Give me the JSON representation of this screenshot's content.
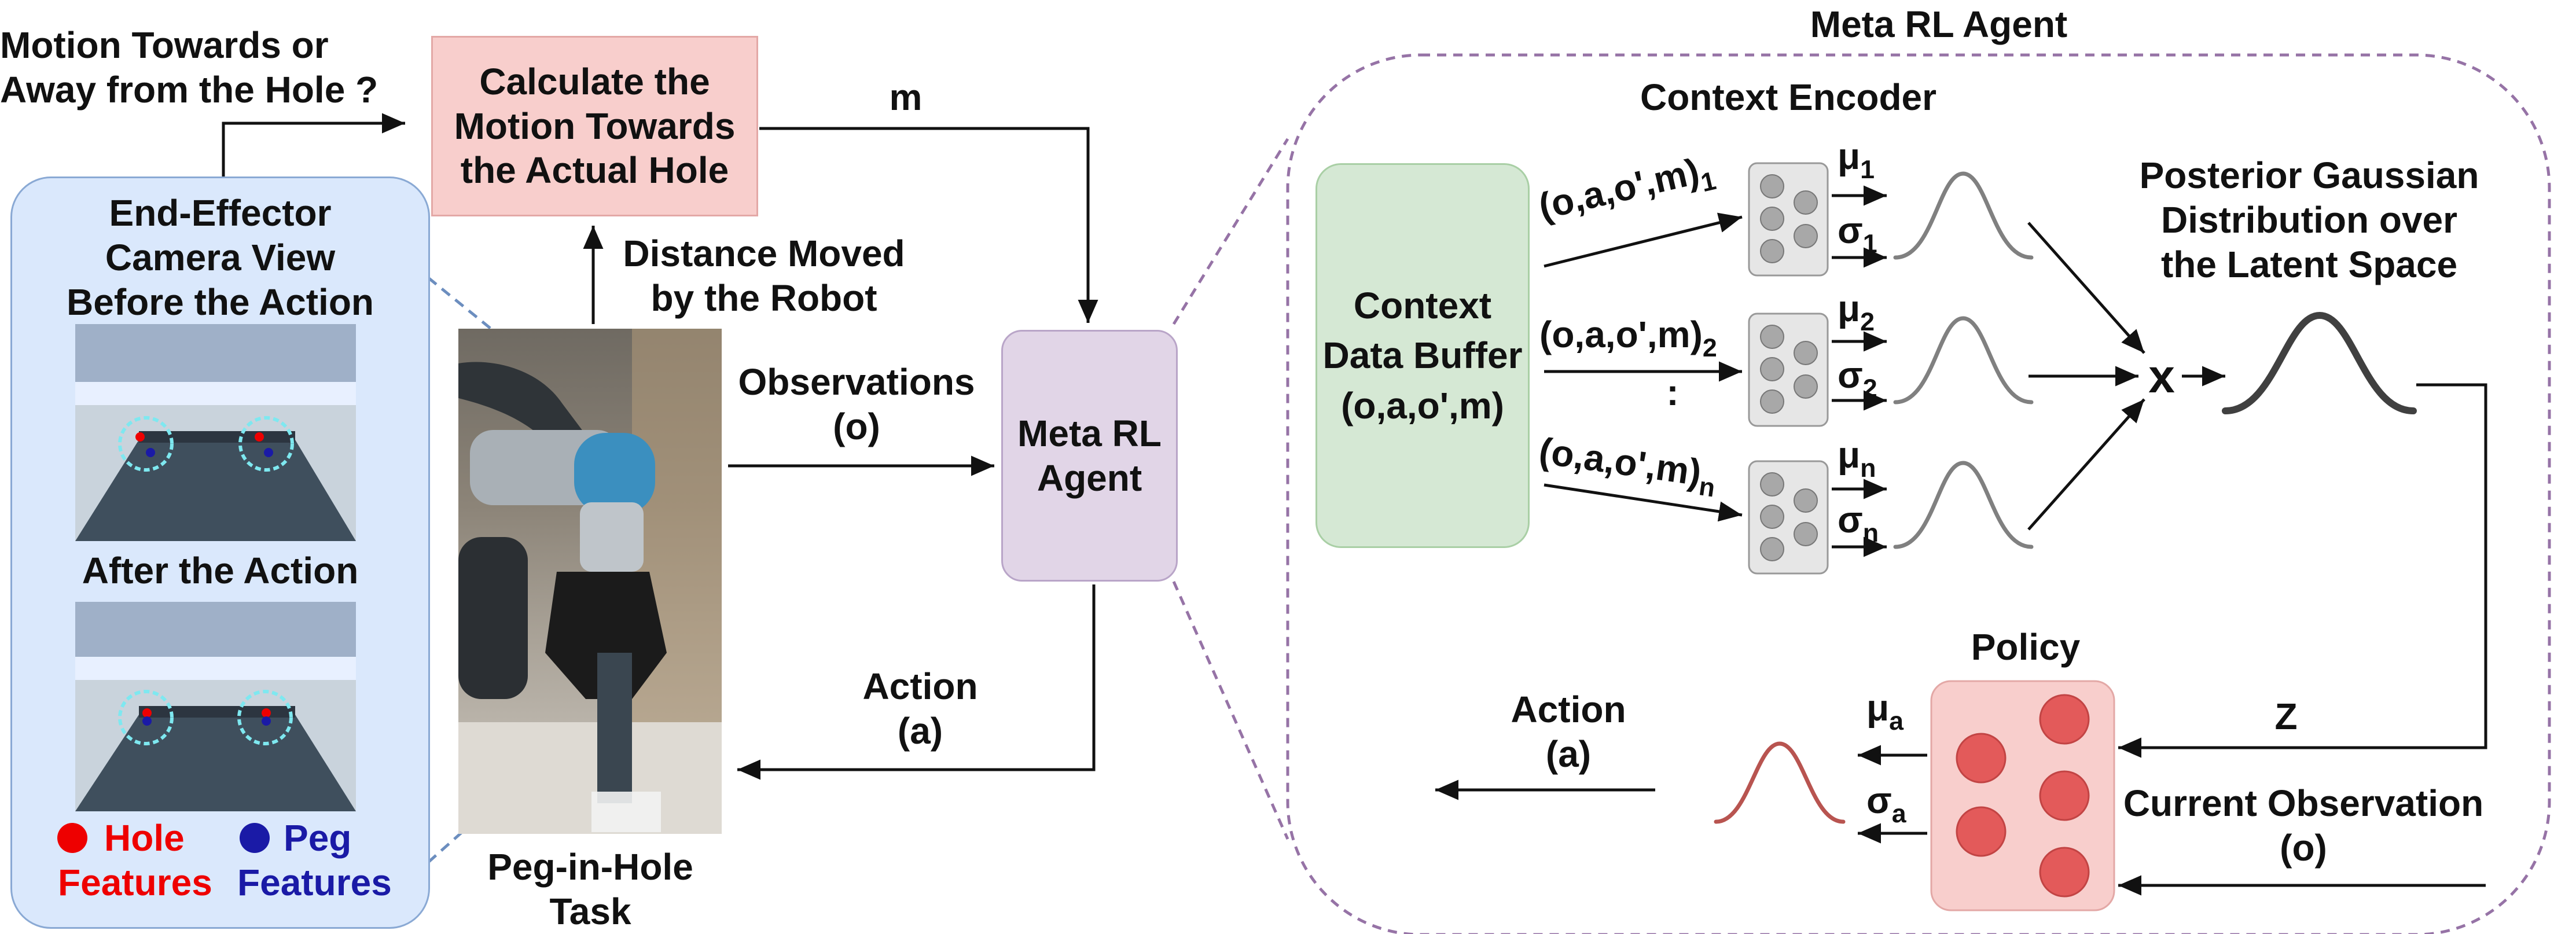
{
  "top_question": {
    "line1": "Motion Towards or",
    "line2": "Away from the Hole ?"
  },
  "calc_box": {
    "line1": "Calculate the",
    "line2": "Motion Towards",
    "line3": "the Actual Hole"
  },
  "m_label": "m",
  "distance_label": {
    "line1": "Distance Moved",
    "line2": "by the Robot"
  },
  "observations_label": {
    "line1": "Observations",
    "line2": "(o)"
  },
  "meta_agent_box": {
    "line1": "Meta RL",
    "line2": "Agent"
  },
  "action_label_left": {
    "line1": "Action",
    "line2": "(a)"
  },
  "peg_task_label": {
    "line1": "Peg-in-Hole",
    "line2": "Task"
  },
  "camera_panel": {
    "title1": "End-Effector",
    "title2": "Camera View",
    "title3": "Before the Action",
    "after": "After the Action",
    "legend": {
      "hole_1": "Hole",
      "hole_2": "Features",
      "peg_1": "Peg",
      "peg_2": "Features"
    }
  },
  "meta_rl_title": "Meta RL Agent",
  "context_encoder_title": "Context Encoder",
  "buffer": {
    "line1": "Context",
    "line2": "Data Buffer",
    "line3": "(o,a,o',m)"
  },
  "tuples": [
    {
      "text": "(o,a,o',m)",
      "sub": "1"
    },
    {
      "text": "(o,a,o',m)",
      "sub": "2"
    },
    {
      "text": "(o,a,o',m)",
      "sub": "n"
    }
  ],
  "vdots": ":",
  "mu_labels": [
    {
      "sym": "μ",
      "sub": "1"
    },
    {
      "sym": "μ",
      "sub": "2"
    },
    {
      "sym": "μ",
      "sub": "n"
    }
  ],
  "sigma_labels": [
    {
      "sym": "σ",
      "sub": "1"
    },
    {
      "sym": "σ",
      "sub": "2"
    },
    {
      "sym": "σ",
      "sub": "n"
    }
  ],
  "product_symbol": "x",
  "posterior": {
    "line1": "Posterior Gaussian",
    "line2": "Distribution over",
    "line3": "the Latent Space"
  },
  "z_label": "Z",
  "policy_title": "Policy",
  "mu_a": {
    "sym": "μ",
    "sub": "a"
  },
  "sigma_a": {
    "sym": "σ",
    "sub": "a"
  },
  "action_label_right": {
    "line1": "Action",
    "line2": "(a)"
  },
  "current_obs": {
    "line1": "Current Observation",
    "line2": "(o)"
  },
  "colors": {
    "calc_fill": "#f8cecc",
    "calc_border": "#e3a8a6",
    "agent_fill": "#e1d5e7",
    "agent_border": "#b9a5c8",
    "camera_fill": "#dae8fc",
    "camera_border": "#8aa9d4",
    "buffer_fill": "#d5e8d4",
    "buffer_border": "#a9cfa5",
    "policy_fill": "#f8cecc",
    "dashed": "#9673a6",
    "hole": "#ee0000",
    "peg": "#1a1aa6",
    "gauss": "#808080",
    "gauss_dark": "#404040",
    "gauss_action": "#b85450"
  }
}
